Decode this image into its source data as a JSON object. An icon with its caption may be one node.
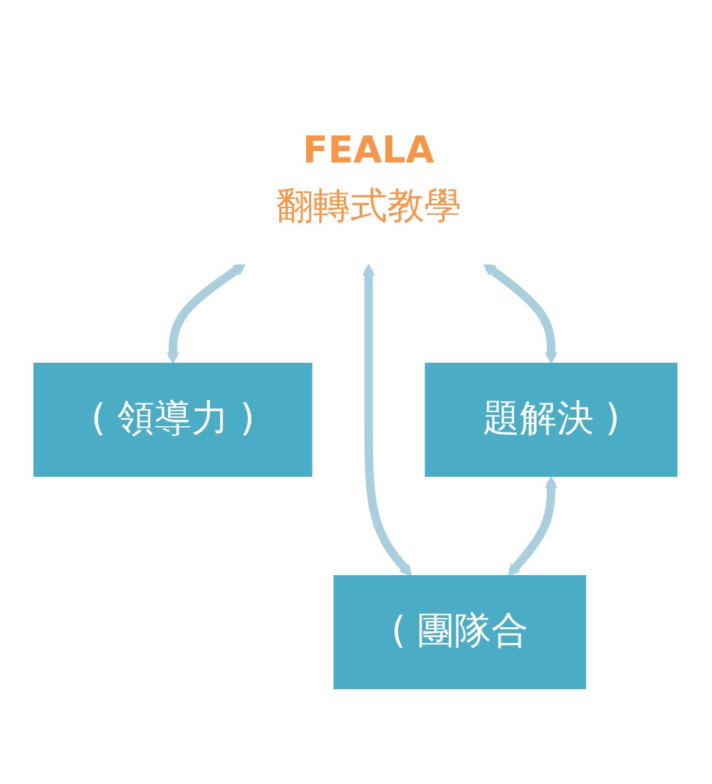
{
  "diagram": {
    "nodes": [
      {
        "text": [
          "( 領導力 )"
        ]
      },
      {
        "text": [
          "FEALA",
          "翻轉式教學"
        ]
      },
      {
        "text": [
          "題解決 )"
        ]
      },
      {
        "text": [
          "( 團隊合"
        ]
      }
    ],
    "edges": [
      {
        "from": 1,
        "to": 0,
        "arrow": "both"
      },
      {
        "from": 1,
        "to": 2,
        "arrow": "both"
      },
      {
        "from": 1,
        "to": 3,
        "arrow": "both"
      },
      {
        "from": 2,
        "to": 3,
        "arrow": "both"
      }
    ]
  }
}
